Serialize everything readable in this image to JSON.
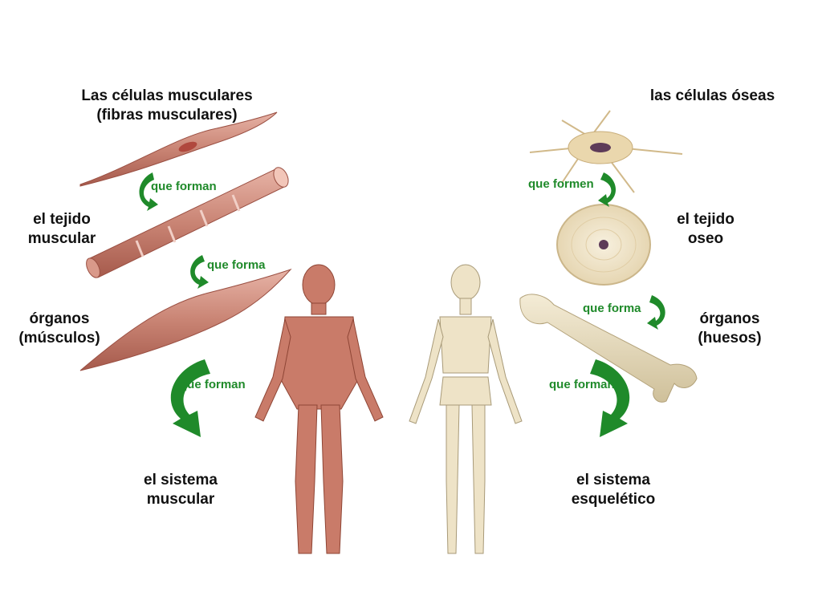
{
  "muscle_side": {
    "cells_label": [
      "Las células musculares",
      "(fibras musculares)"
    ],
    "tissue_label": [
      "el tejido",
      "muscular"
    ],
    "organs_label": [
      "órganos",
      "(músculos)"
    ],
    "system_label": [
      "el sistema",
      "muscular"
    ],
    "connector_1": "que forman",
    "connector_2": "que forma",
    "connector_3": "que forman"
  },
  "bone_side": {
    "cells_label": [
      "las células óseas"
    ],
    "tissue_label": [
      "el tejido",
      "oseo"
    ],
    "organs_label": [
      "órganos",
      "(huesos)"
    ],
    "system_label": [
      "el sistema",
      "esquelético"
    ],
    "connector_1": "que formen",
    "connector_2": "que forma",
    "connector_3": "que forman"
  },
  "colors": {
    "arrow_green": "#1f8a2a",
    "connector_text": "#1f8a2a",
    "muscle": "#c98a7a",
    "bone": "#e8dcc0"
  }
}
